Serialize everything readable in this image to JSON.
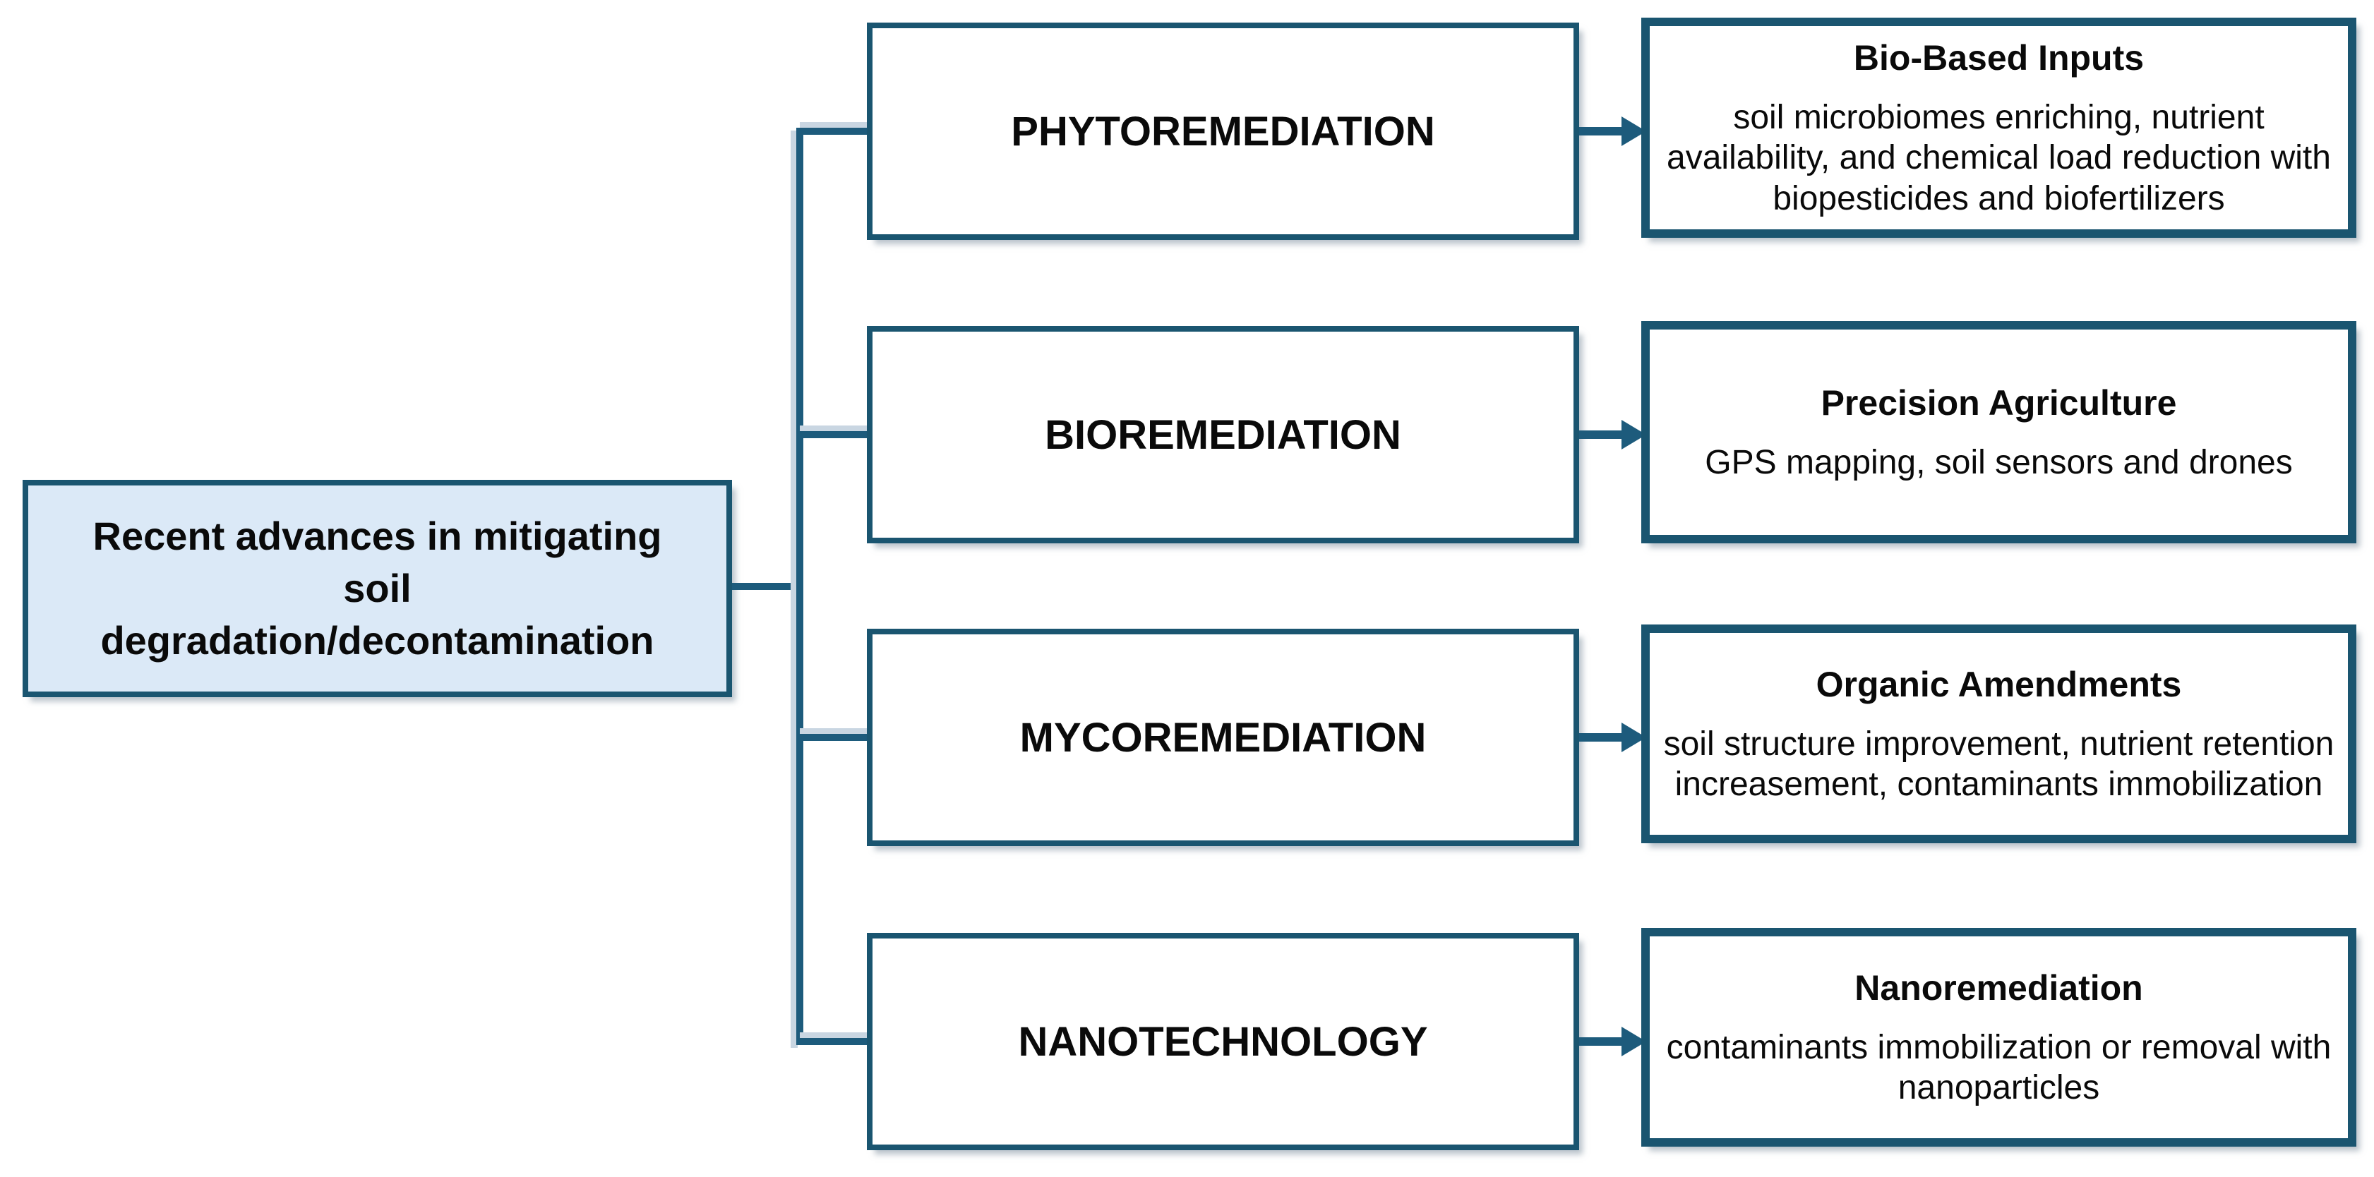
{
  "palette": {
    "accent": "#1d5b7c",
    "box_border": "#1a5570",
    "root_fill": "#dbe9f7",
    "text": "#0a0a0a"
  },
  "root": {
    "label": "Recent advances in mitigating\nsoil\ndegradation/decontamination"
  },
  "branches": [
    {
      "label": "PHYTOREMEDIATION",
      "detail": {
        "title": "Bio-Based Inputs",
        "body": "soil microbiomes enriching, nutrient availability, and  chemical load reduction with biopesticides and biofertilizers"
      }
    },
    {
      "label": "BIOREMEDIATION",
      "detail": {
        "title": "Precision Agriculture",
        "body": "GPS mapping, soil sensors and drones"
      }
    },
    {
      "label": "MYCOREMEDIATION",
      "detail": {
        "title": "Organic Amendments",
        "body": "soil structure improvement, nutrient retention increasement, contaminants immobilization"
      }
    },
    {
      "label": "NANOTECHNOLOGY",
      "detail": {
        "title": "Nanoremediation",
        "body": "contaminants immobilization or removal with nanoparticles"
      }
    }
  ]
}
